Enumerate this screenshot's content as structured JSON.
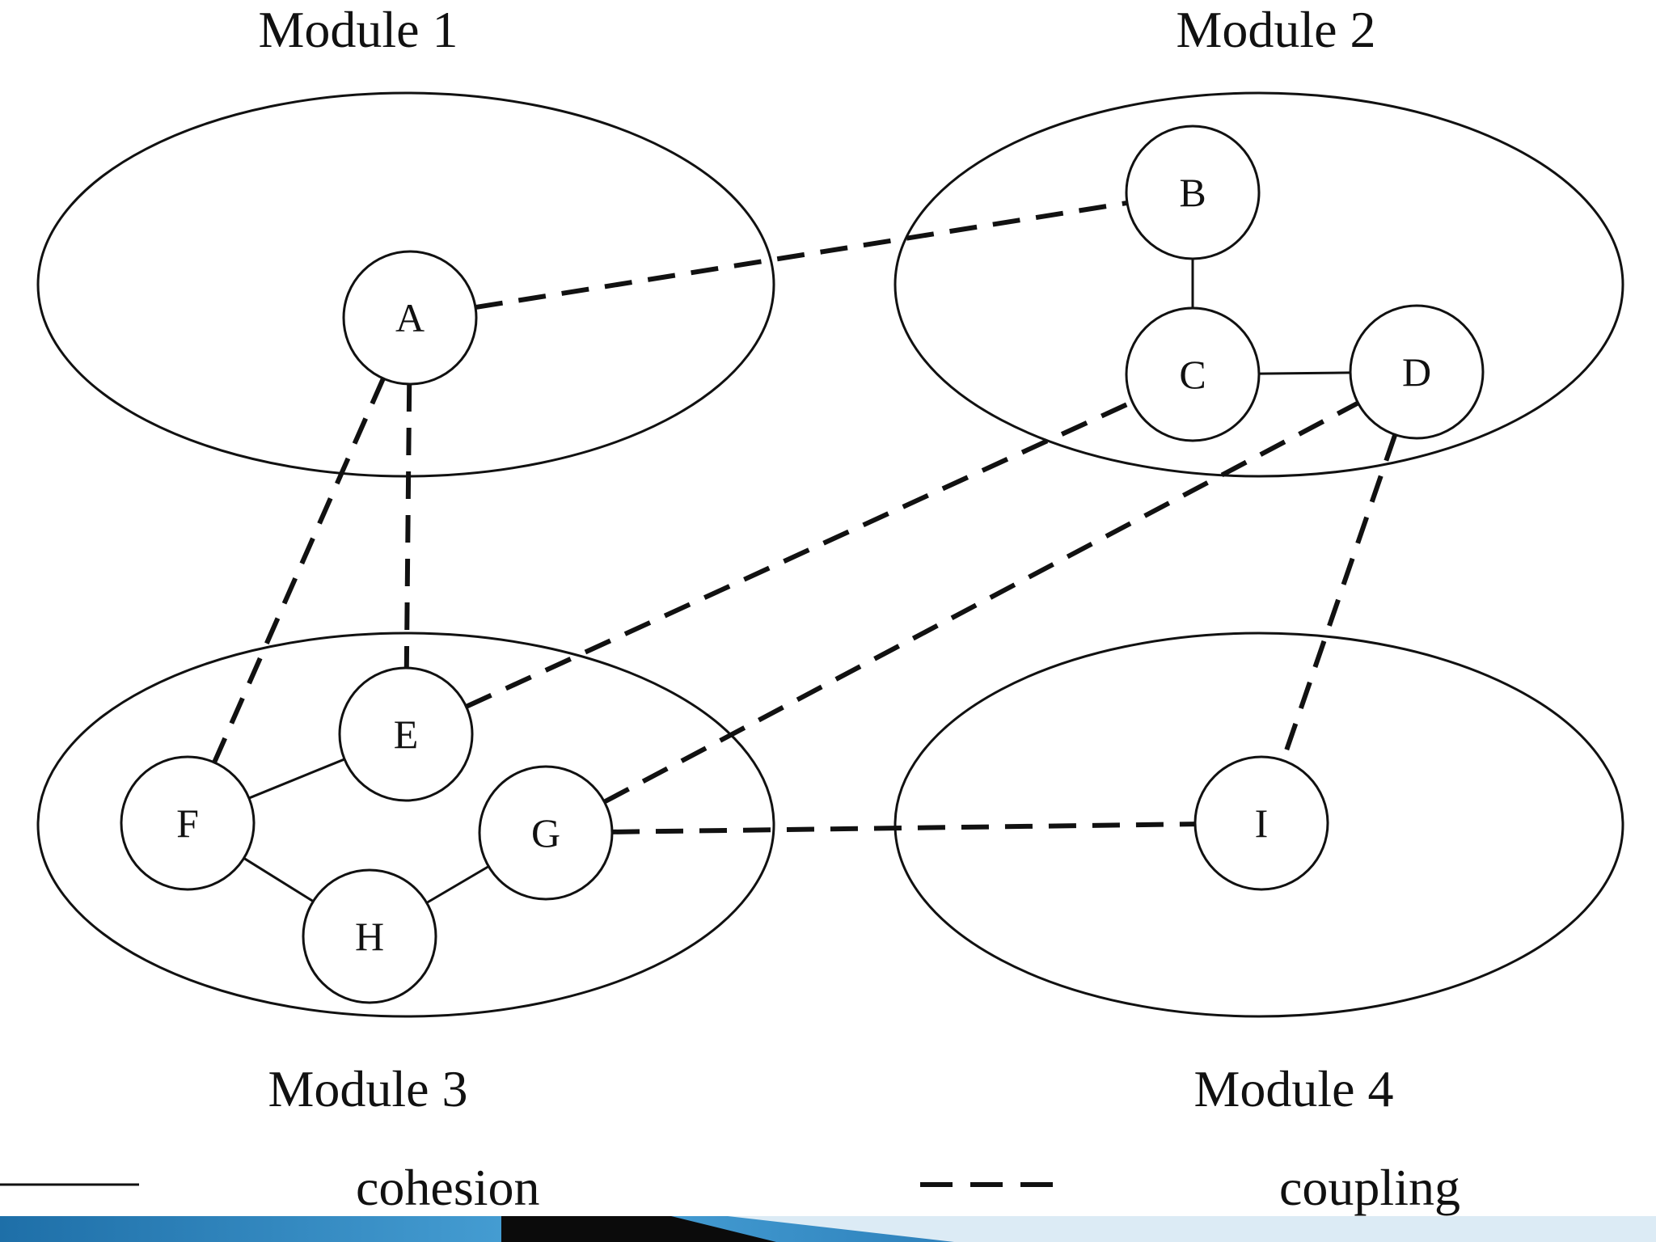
{
  "modules": [
    {
      "id": "m1",
      "title": "Module 1"
    },
    {
      "id": "m2",
      "title": "Module 2"
    },
    {
      "id": "m3",
      "title": "Module 3"
    },
    {
      "id": "m4",
      "title": "Module 4"
    }
  ],
  "nodes": [
    {
      "id": "A",
      "label": "A",
      "module": "Module 1"
    },
    {
      "id": "B",
      "label": "B",
      "module": "Module 2"
    },
    {
      "id": "C",
      "label": "C",
      "module": "Module 2"
    },
    {
      "id": "D",
      "label": "D",
      "module": "Module 2"
    },
    {
      "id": "E",
      "label": "E",
      "module": "Module 3"
    },
    {
      "id": "F",
      "label": "F",
      "module": "Module 3"
    },
    {
      "id": "G",
      "label": "G",
      "module": "Module 3"
    },
    {
      "id": "H",
      "label": "H",
      "module": "Module 3"
    },
    {
      "id": "I",
      "label": "I",
      "module": "Module 4"
    }
  ],
  "edges": [
    {
      "from": "B",
      "to": "C",
      "type": "cohesion"
    },
    {
      "from": "C",
      "to": "D",
      "type": "cohesion"
    },
    {
      "from": "F",
      "to": "E",
      "type": "cohesion"
    },
    {
      "from": "F",
      "to": "H",
      "type": "cohesion"
    },
    {
      "from": "H",
      "to": "G",
      "type": "cohesion"
    },
    {
      "from": "A",
      "to": "B",
      "type": "coupling"
    },
    {
      "from": "A",
      "to": "F",
      "type": "coupling"
    },
    {
      "from": "A",
      "to": "E",
      "type": "coupling"
    },
    {
      "from": "E",
      "to": "C",
      "type": "coupling"
    },
    {
      "from": "G",
      "to": "D",
      "type": "coupling"
    },
    {
      "from": "G",
      "to": "I",
      "type": "coupling"
    },
    {
      "from": "D",
      "to": "I",
      "type": "coupling"
    }
  ],
  "legend": {
    "cohesion_label": "cohesion",
    "coupling_label": "coupling"
  },
  "colors": {
    "stroke": "#111111",
    "footer_bar_blue": "#2a7db8",
    "footer_wedge": "#0b0b0b"
  }
}
